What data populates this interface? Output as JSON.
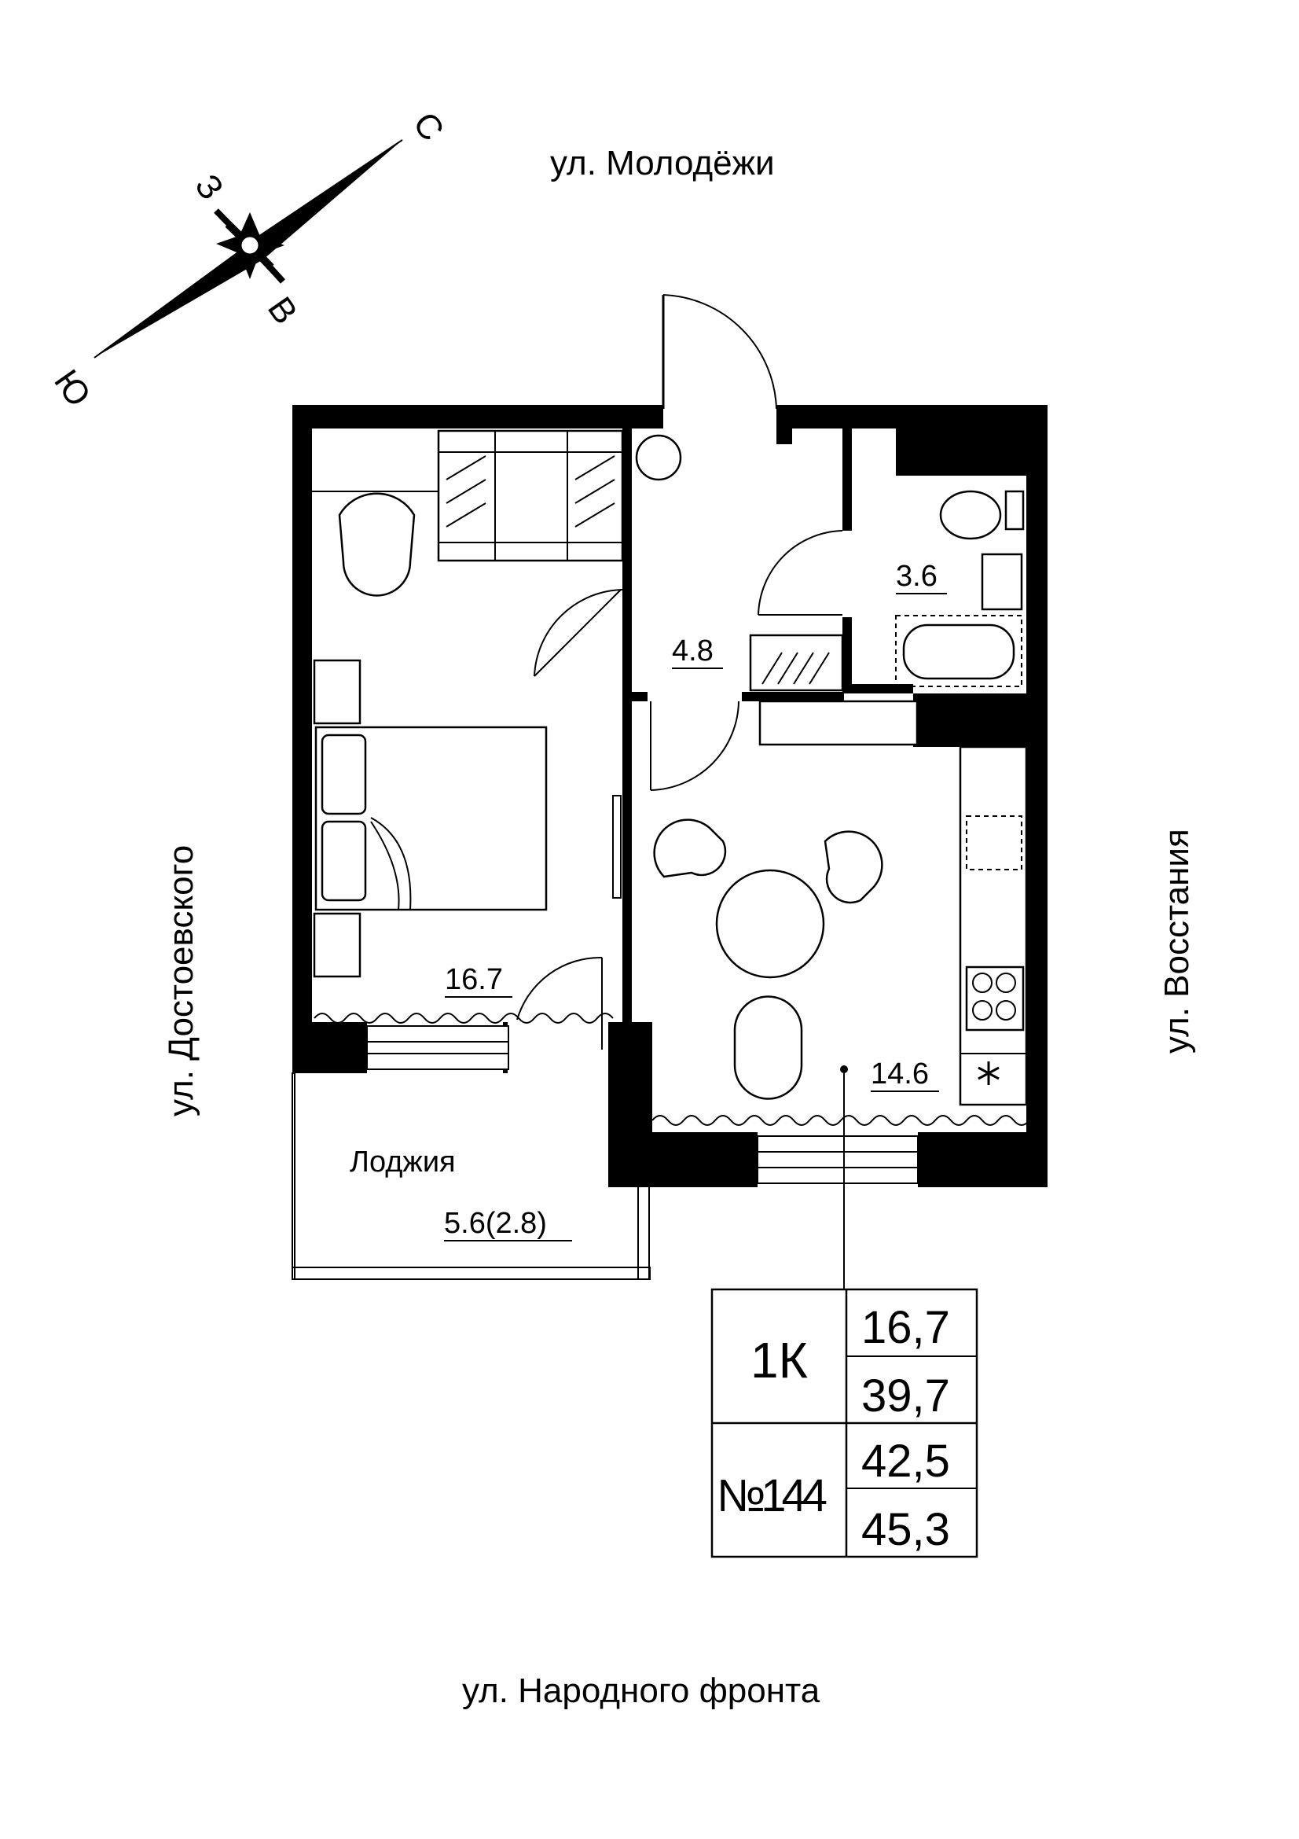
{
  "streets": {
    "north": "ул. Молодёжи",
    "south": "ул. Народного фронта",
    "west": "ул. Достоевского",
    "east": "ул. Восстания"
  },
  "compass": {
    "north": "С",
    "south": "Ю",
    "west": "З",
    "east": "В"
  },
  "rooms": {
    "bedroom": "16.7",
    "hall": "4.8",
    "bathroom": "3.6",
    "kitchen": "14.6",
    "loggia_label": "Лоджия",
    "loggia_area": "5.6(2.8)"
  },
  "summary": {
    "type": "1К",
    "apartment_no": "№144",
    "living_area": "16,7",
    "area_2": "39,7",
    "area_3": "42,5",
    "total_area": "45,3"
  }
}
